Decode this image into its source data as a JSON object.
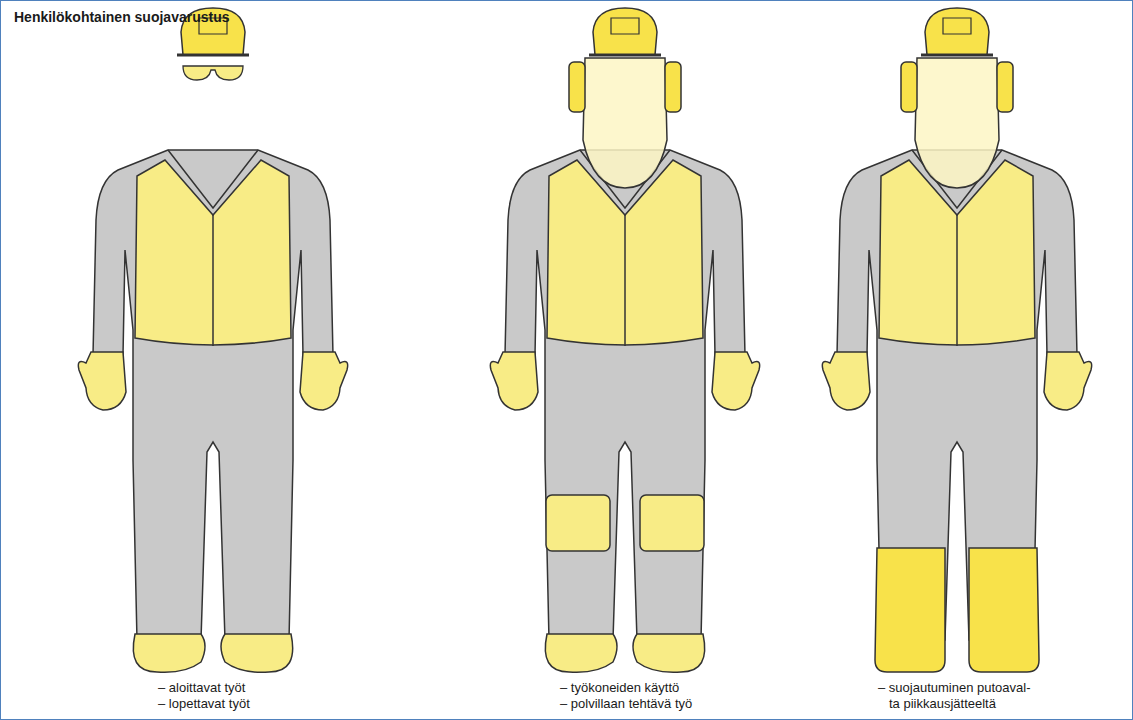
{
  "diagram": {
    "title": "Henkilökohtainen suojavarustus",
    "labels": [
      "– aloittavat työt",
      "– lopettavat työt",
      "– työkoneiden käyttö",
      "– polvillaan tehtävä työ",
      "– suojautuminen putoaval- ta piikkausjätteeltä"
    ]
  }
}
